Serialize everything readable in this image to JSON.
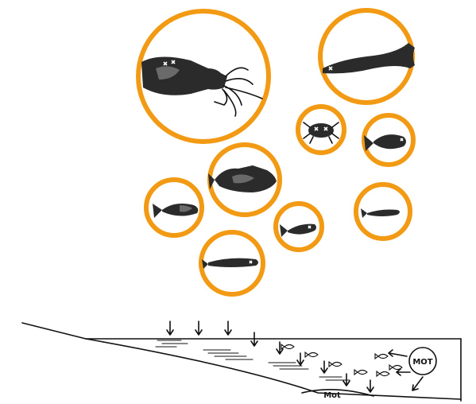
{
  "scene": {
    "ring_color": "#f29a14",
    "organisms": [
      {
        "id": "squid",
        "icon": "squid-icon"
      },
      {
        "id": "eel",
        "icon": "eel-icon"
      },
      {
        "id": "crab",
        "icon": "crab-icon"
      },
      {
        "id": "rockfish",
        "icon": "fish-icon"
      },
      {
        "id": "flatfish",
        "icon": "fish-icon"
      },
      {
        "id": "small-fish-left",
        "icon": "fish-icon"
      },
      {
        "id": "small-fish-center",
        "icon": "fish-icon"
      },
      {
        "id": "slender-fish",
        "icon": "fish-icon"
      },
      {
        "id": "pipefish",
        "icon": "fish-icon"
      }
    ]
  },
  "sketch": {
    "label_circle": "MOT",
    "label_bottom": "Mot"
  }
}
